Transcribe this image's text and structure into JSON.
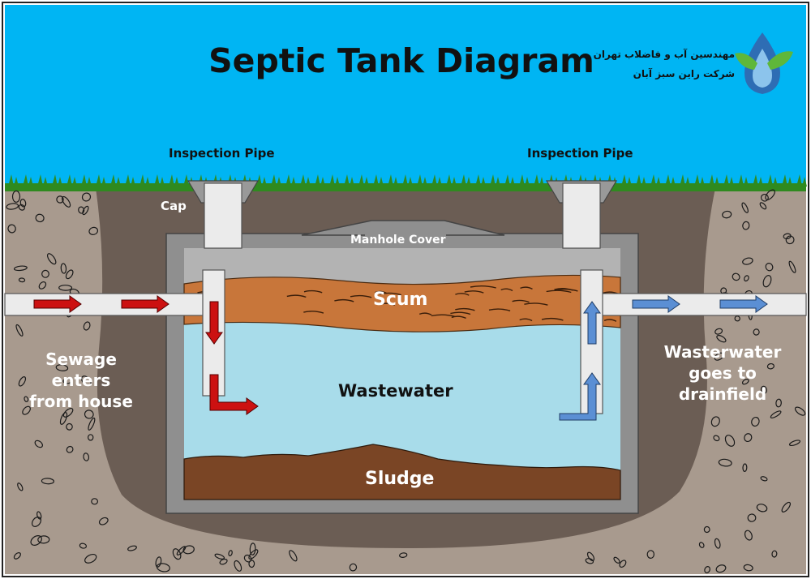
{
  "title": "Septic Tank Diagram",
  "labels": {
    "inspection_pipe_left": "Inspection Pipe",
    "inspection_pipe_right": "Inspection Pipe",
    "cap": "Cap",
    "manhole_cover": "Manhole Cover",
    "scum": "Scum",
    "wastewater": "Wastewater",
    "sludge": "Sludge",
    "inlet": "Sewage\nenters\nfrom house",
    "outlet": "Wasterwater\ngoes to\ndrainfield"
  },
  "brand": {
    "line1": "مهندسین آب و فاضلاب تهران",
    "line2": "شرکت راین سبز آبان",
    "logo": "water-drop-leaf-logo"
  },
  "colors": {
    "sky": "#00b5f3",
    "grass": "#2f8a1f",
    "soil": "#a89a8e",
    "dark_soil": "#6b5d54",
    "tank_wall": "#8f8f8f",
    "tank_top": "#b3b3b3",
    "scum": "#c8763a",
    "wastewater": "#a8dcea",
    "sludge": "#7a4525",
    "pipe": "#ebebeb",
    "inflow_arrow": "#cc1111",
    "outflow_arrow": "#5b8fd4"
  }
}
